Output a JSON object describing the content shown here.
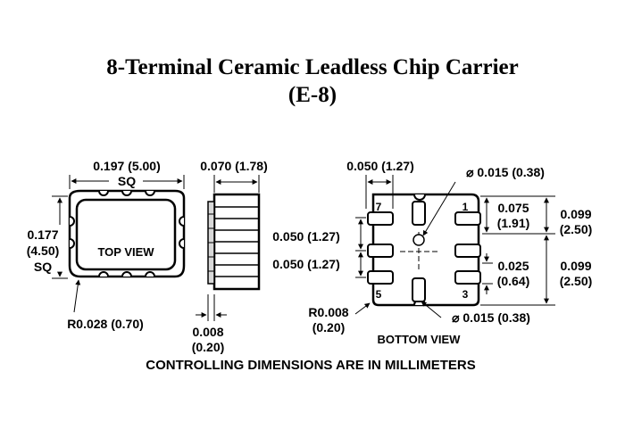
{
  "title": {
    "line1": "8-Terminal Ceramic Leadless Chip Carrier",
    "line2": "(E-8)"
  },
  "top_view": {
    "width_dim": "0.197 (5.00)",
    "width_sq": "SQ",
    "height_dim_in": "0.177",
    "height_dim_mm": "(4.50)",
    "height_sq": "SQ",
    "label": "TOP VIEW",
    "corner_radius": "R0.028 (0.70)"
  },
  "side_view": {
    "thickness_dim": "0.070 (1.78)",
    "pad_dim_in": "0.008",
    "pad_dim_mm": "(0.20)"
  },
  "bottom_view": {
    "pad_width_dim": "0.050 (1.27)",
    "hole_dim_top": "⌀ 0.015 (0.38)",
    "pitch_upper": "0.050 (1.27)",
    "pitch_lower": "0.050 (1.27)",
    "dim_075_in": "0.075",
    "dim_075_mm": "(1.91)",
    "dim_099_top_in": "0.099",
    "dim_099_top_mm": "(2.50)",
    "dim_025_in": "0.025",
    "dim_025_mm": "(0.64)",
    "dim_099_bot_in": "0.099",
    "dim_099_bot_mm": "(2.50)",
    "r008_in": "R0.008",
    "r008_mm": "(0.20)",
    "hole_dim_bottom": "⌀ 0.015 (0.38)",
    "pin_7": "7",
    "pin_1": "1",
    "pin_5": "5",
    "pin_3": "3",
    "label": "BOTTOM VIEW"
  },
  "footer": "CONTROLLING DIMENSIONS ARE IN MILLIMETERS"
}
